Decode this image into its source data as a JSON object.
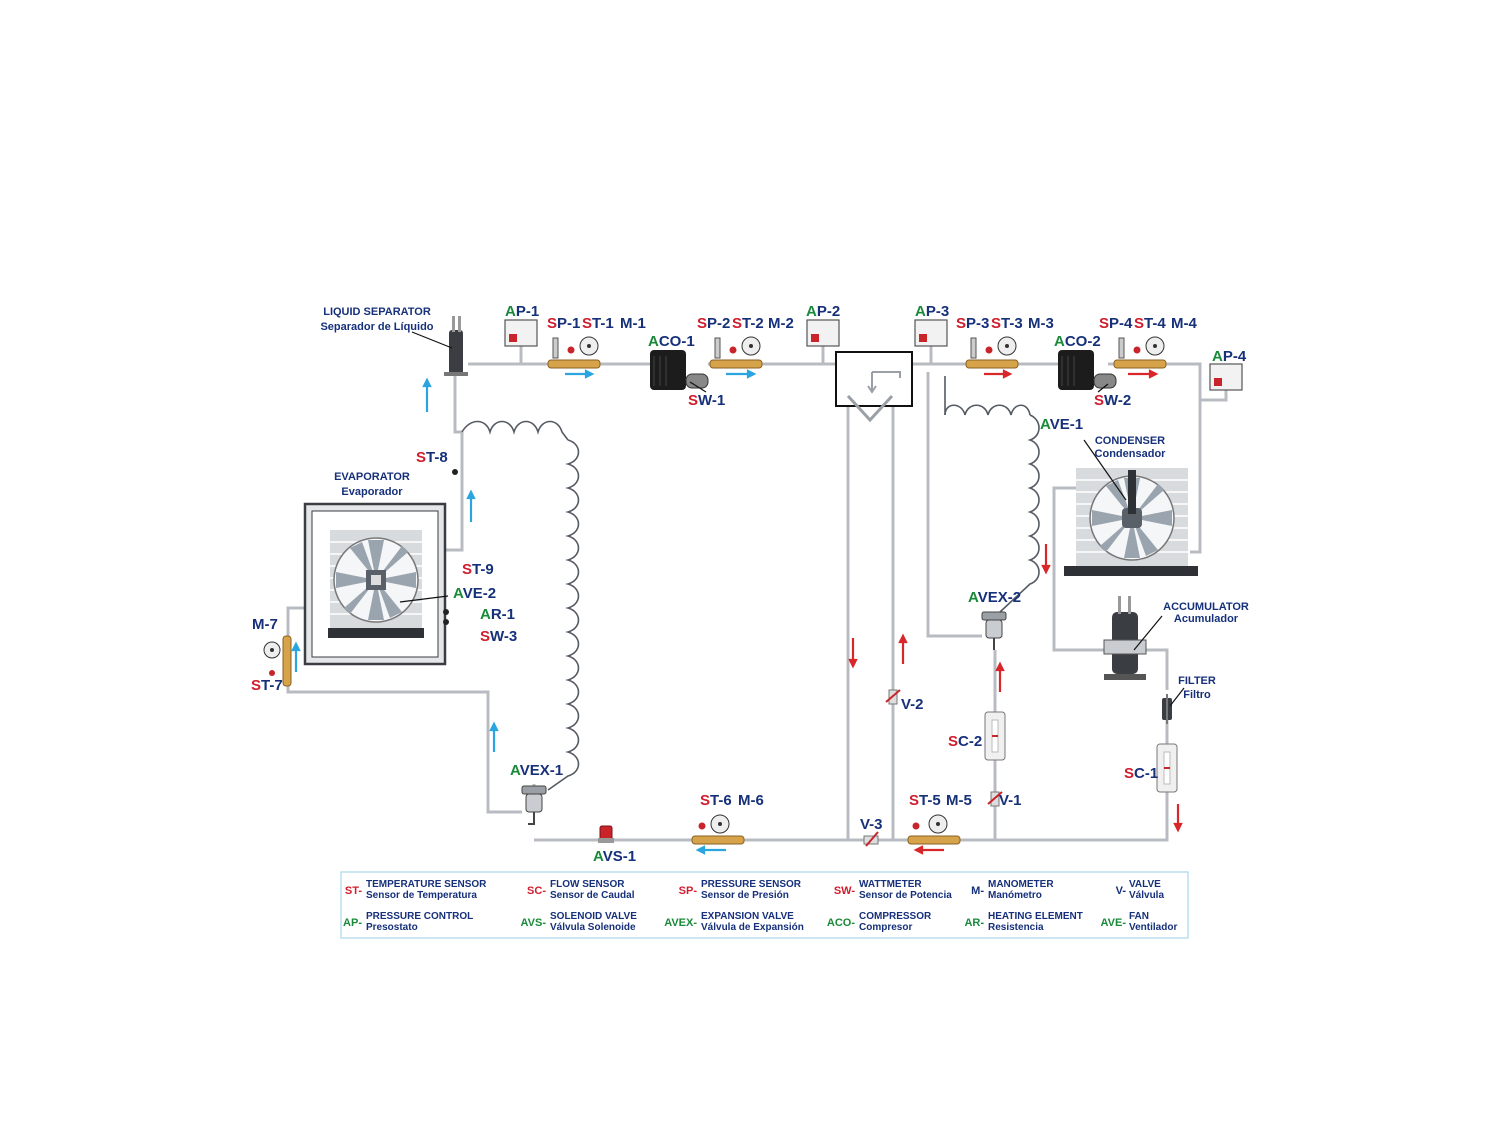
{
  "colors": {
    "pipe": "#b8bcc2",
    "label_blue": "#16307a",
    "label_red": "#d01e2e",
    "label_green": "#1a8a3a",
    "flow_blue": "#2aa5e0",
    "flow_red": "#d8262a",
    "legend_border": "#a8d8e8"
  },
  "components": {
    "liquid_separator": {
      "en": "LIQUID SEPARATOR",
      "es": "Separador de Líquido"
    },
    "evaporator": {
      "en": "EVAPORATOR",
      "es": "Evaporador"
    },
    "condenser": {
      "en": "CONDENSER",
      "es": "Condensador"
    },
    "accumulator": {
      "en": "ACCUMULATOR",
      "es": "Acumulador"
    },
    "filter": {
      "en": "FILTER",
      "es": "Filtro"
    }
  },
  "tags": [
    {
      "id": "ap1",
      "pre": "A",
      "pre_color": "green",
      "num": "P-1"
    },
    {
      "id": "sp1",
      "pre": "S",
      "pre_color": "red",
      "num": "P-1"
    },
    {
      "id": "st1",
      "pre": "S",
      "pre_color": "red",
      "num": "T-1"
    },
    {
      "id": "m1",
      "pre": "",
      "pre_color": "blue",
      "num": "M-1"
    },
    {
      "id": "aco1",
      "pre": "A",
      "pre_color": "green",
      "num": "CO-1"
    },
    {
      "id": "sw1",
      "pre": "S",
      "pre_color": "red",
      "num": "W-1"
    },
    {
      "id": "sp2",
      "pre": "S",
      "pre_color": "red",
      "num": "P-2"
    },
    {
      "id": "st2",
      "pre": "S",
      "pre_color": "red",
      "num": "T-2"
    },
    {
      "id": "m2",
      "pre": "",
      "pre_color": "blue",
      "num": "M-2"
    },
    {
      "id": "ap2",
      "pre": "A",
      "pre_color": "green",
      "num": "P-2"
    },
    {
      "id": "ap3",
      "pre": "A",
      "pre_color": "green",
      "num": "P-3"
    },
    {
      "id": "sp3",
      "pre": "S",
      "pre_color": "red",
      "num": "P-3"
    },
    {
      "id": "st3",
      "pre": "S",
      "pre_color": "red",
      "num": "T-3"
    },
    {
      "id": "m3",
      "pre": "",
      "pre_color": "blue",
      "num": "M-3"
    },
    {
      "id": "aco2",
      "pre": "A",
      "pre_color": "green",
      "num": "CO-2"
    },
    {
      "id": "sw2",
      "pre": "S",
      "pre_color": "red",
      "num": "W-2"
    },
    {
      "id": "sp4",
      "pre": "S",
      "pre_color": "red",
      "num": "P-4"
    },
    {
      "id": "st4",
      "pre": "S",
      "pre_color": "red",
      "num": "T-4"
    },
    {
      "id": "m4",
      "pre": "",
      "pre_color": "blue",
      "num": "M-4"
    },
    {
      "id": "ap4",
      "pre": "A",
      "pre_color": "green",
      "num": "P-4"
    },
    {
      "id": "ave1",
      "pre": "A",
      "pre_color": "green",
      "num": "VE-1"
    },
    {
      "id": "st8",
      "pre": "S",
      "pre_color": "red",
      "num": "T-8"
    },
    {
      "id": "st9",
      "pre": "S",
      "pre_color": "red",
      "num": "T-9"
    },
    {
      "id": "ave2",
      "pre": "A",
      "pre_color": "green",
      "num": "VE-2"
    },
    {
      "id": "ar1",
      "pre": "A",
      "pre_color": "green",
      "num": "R-1"
    },
    {
      "id": "sw3",
      "pre": "S",
      "pre_color": "red",
      "num": "W-3"
    },
    {
      "id": "m7",
      "pre": "",
      "pre_color": "blue",
      "num": "M-7"
    },
    {
      "id": "st7",
      "pre": "S",
      "pre_color": "red",
      "num": "T-7"
    },
    {
      "id": "avex1",
      "pre": "A",
      "pre_color": "green",
      "num": "VEX-1"
    },
    {
      "id": "avex2",
      "pre": "A",
      "pre_color": "green",
      "num": "VEX-2"
    },
    {
      "id": "avs1",
      "pre": "A",
      "pre_color": "green",
      "num": "VS-1"
    },
    {
      "id": "st6",
      "pre": "S",
      "pre_color": "red",
      "num": "T-6"
    },
    {
      "id": "m6",
      "pre": "",
      "pre_color": "blue",
      "num": "M-6"
    },
    {
      "id": "v3",
      "pre": "",
      "pre_color": "blue",
      "num": "V-3"
    },
    {
      "id": "st5",
      "pre": "S",
      "pre_color": "red",
      "num": "T-5"
    },
    {
      "id": "m5",
      "pre": "",
      "pre_color": "blue",
      "num": "M-5"
    },
    {
      "id": "v1",
      "pre": "",
      "pre_color": "blue",
      "num": "V-1"
    },
    {
      "id": "v2",
      "pre": "",
      "pre_color": "blue",
      "num": "V-2"
    },
    {
      "id": "sc2",
      "pre": "S",
      "pre_color": "red",
      "num": "C-2"
    },
    {
      "id": "sc1",
      "pre": "S",
      "pre_color": "red",
      "num": "C-1"
    }
  ],
  "legend": [
    {
      "code": "ST-",
      "code_color": "red",
      "en": "TEMPERATURE SENSOR",
      "es": "Sensor de Temperatura"
    },
    {
      "code": "SC-",
      "code_color": "red",
      "en": "FLOW SENSOR",
      "es": "Sensor de Caudal"
    },
    {
      "code": "SP-",
      "code_color": "red",
      "en": "PRESSURE SENSOR",
      "es": "Sensor de Presión"
    },
    {
      "code": "SW-",
      "code_color": "red",
      "en": "WATTMETER",
      "es": "Sensor de Potencia"
    },
    {
      "code": "M-",
      "code_color": "blue",
      "en": "MANOMETER",
      "es": "Manómetro"
    },
    {
      "code": "V-",
      "code_color": "blue",
      "en": "VALVE",
      "es": "Válvula"
    },
    {
      "code": "AP-",
      "code_color": "green",
      "en": "PRESSURE CONTROL",
      "es": "Presostato"
    },
    {
      "code": "AVS-",
      "code_color": "green",
      "en": "SOLENOID VALVE",
      "es": "Válvula Solenoide"
    },
    {
      "code": "AVEX-",
      "code_color": "green",
      "en": "EXPANSION VALVE",
      "es": "Válvula de Expansión"
    },
    {
      "code": "ACO-",
      "code_color": "green",
      "en": "COMPRESSOR",
      "es": "Compresor"
    },
    {
      "code": "AR-",
      "code_color": "green",
      "en": "HEATING ELEMENT",
      "es": "Resistencia"
    },
    {
      "code": "AVE-",
      "code_color": "green",
      "en": "FAN",
      "es": "Ventilador"
    }
  ]
}
